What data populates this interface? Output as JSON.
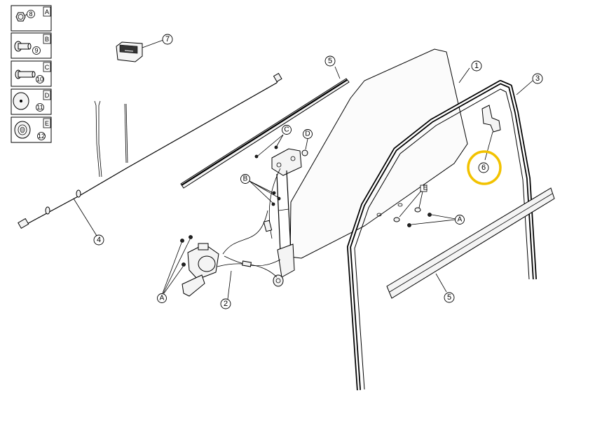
{
  "legend": [
    {
      "letter": "A",
      "number": "8"
    },
    {
      "letter": "B",
      "number": "9"
    },
    {
      "letter": "C",
      "number": "10"
    },
    {
      "letter": "D",
      "number": "11"
    },
    {
      "letter": "E",
      "number": "12"
    }
  ],
  "callouts": {
    "glass": "1",
    "regulator": "2",
    "weatherstrip": "3",
    "harness": "4",
    "belt_molding_inner": "5",
    "belt_molding_outer": "5",
    "bracket": "6",
    "switch": "7"
  },
  "fastener_callouts": {
    "a_motor": "A",
    "a_glass": "A",
    "b_regulator": "B",
    "c_upper": "C",
    "d_upper": "D",
    "e_glass": "E"
  },
  "highlight_color": "#f2c200"
}
